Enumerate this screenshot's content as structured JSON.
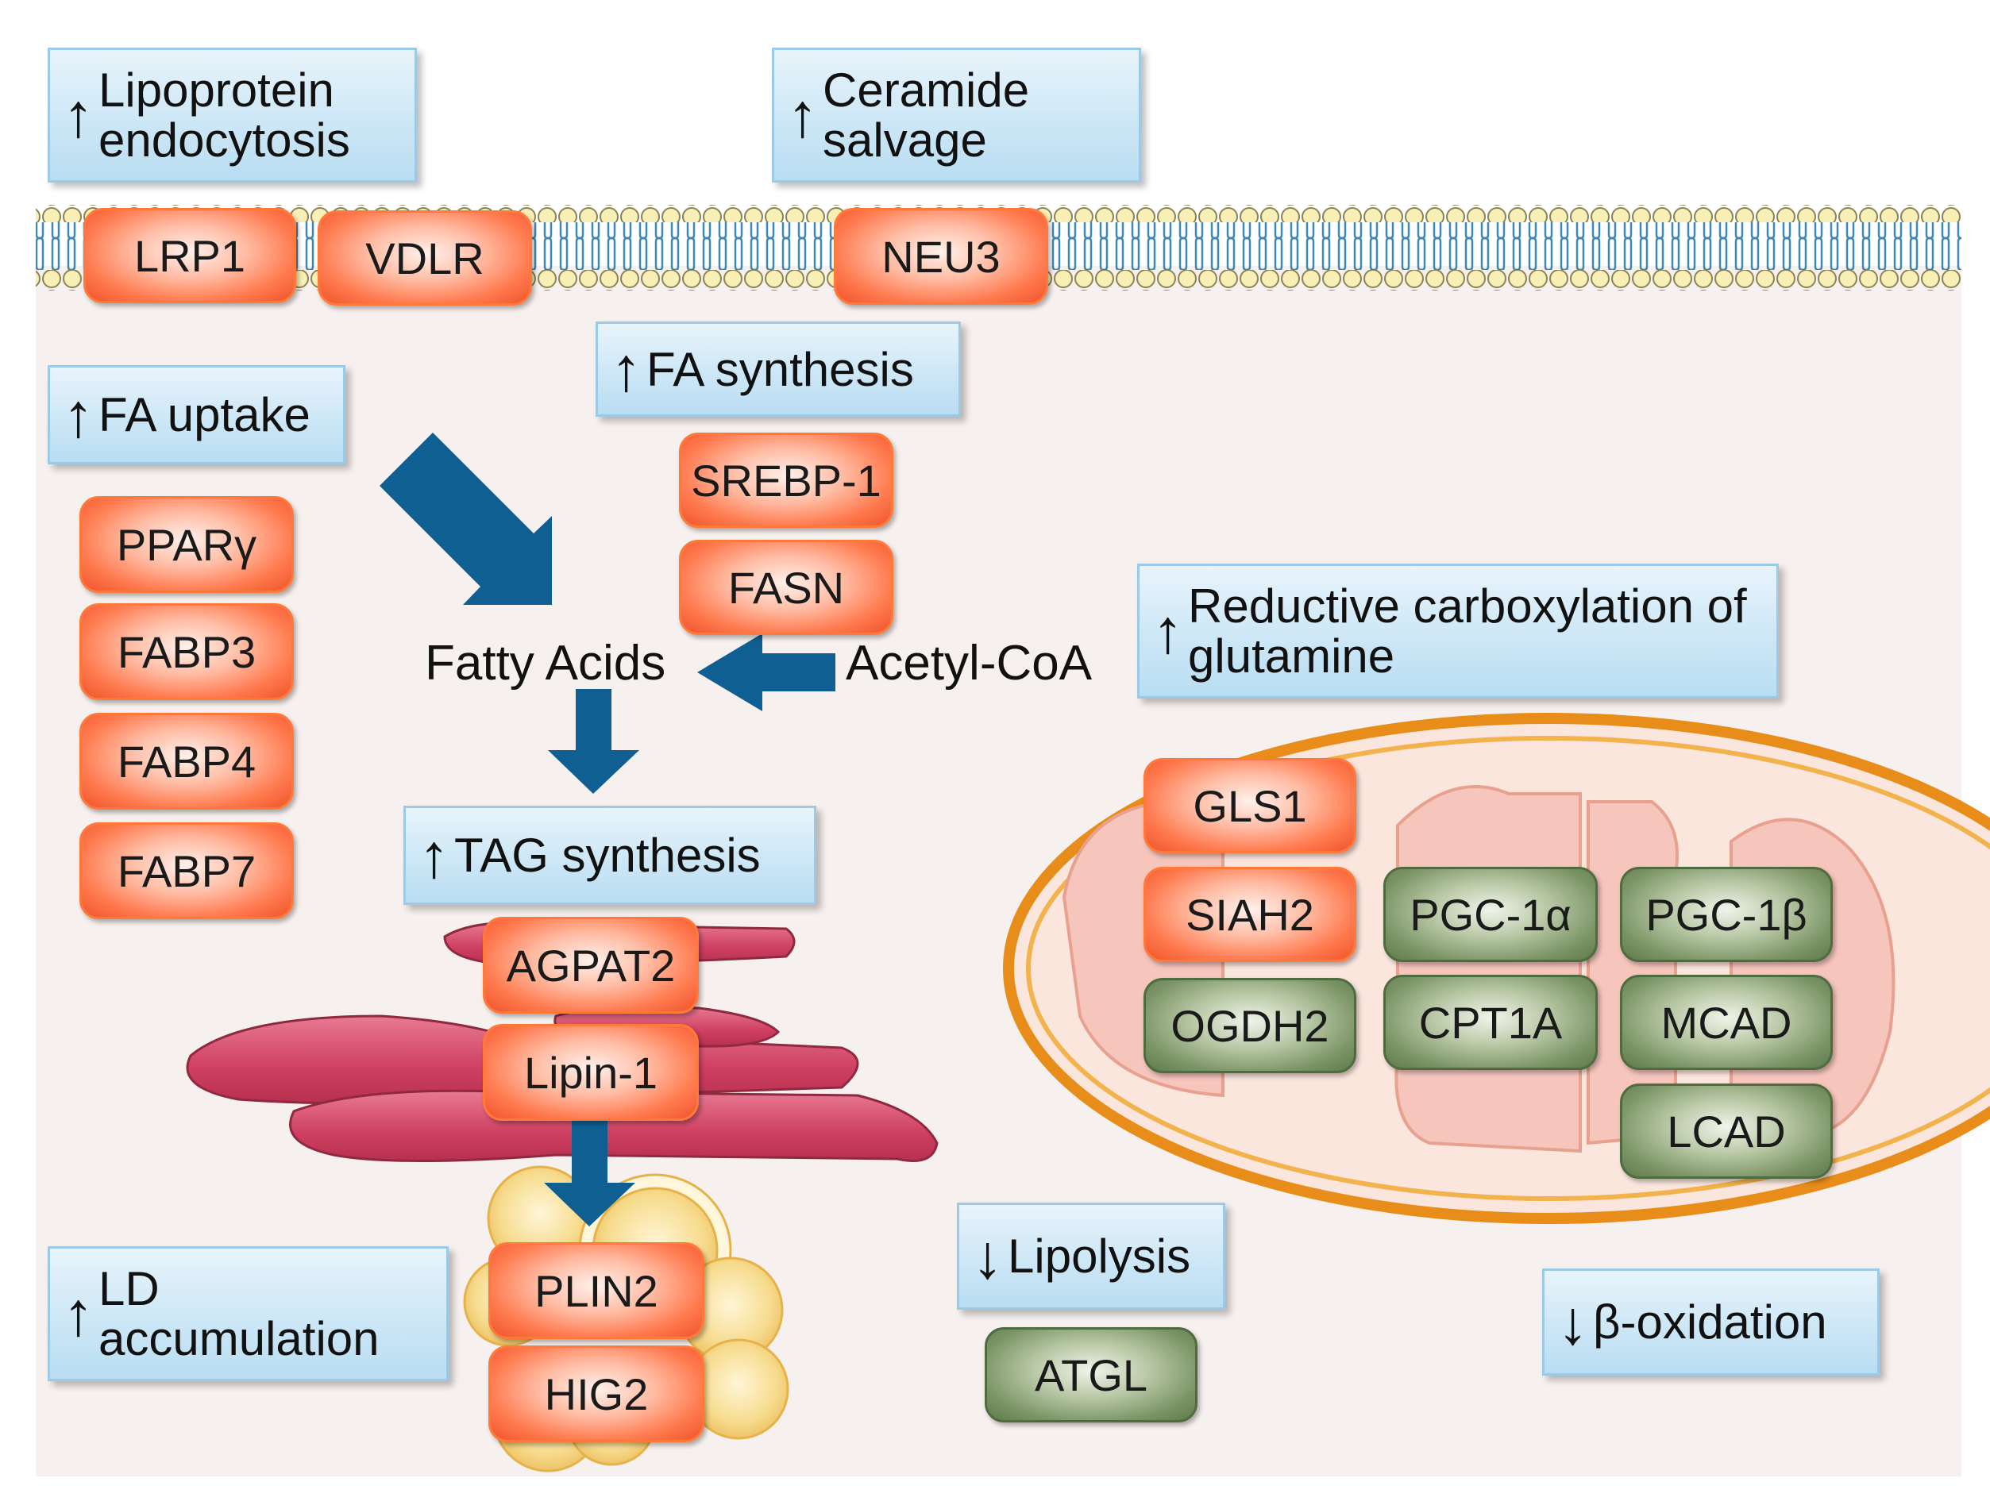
{
  "colors": {
    "cytoplasm": "#f6f0ee",
    "membrane_head": "#f7efb6",
    "membrane_tail": "#3c89b8",
    "flow_arrow": "#0f5f93",
    "up_regulated": "#ff7a4f",
    "down_regulated": "#7c9566",
    "mitochondrion_outline": "#e88c1a",
    "mitochondrion_inner": "#f6c6bd",
    "er": "#d9506f",
    "lipid_droplet": "#f5d98a"
  },
  "processes": {
    "lipoprotein": {
      "arrow": "↑",
      "text": "Lipoprotein endocytosis"
    },
    "ceramide": {
      "arrow": "↑",
      "text": "Ceramide salvage"
    },
    "fa_synthesis": {
      "arrow": "↑",
      "text": "FA synthesis"
    },
    "fa_uptake": {
      "arrow": "↑",
      "text": "FA uptake"
    },
    "reductive": {
      "arrow": "↑",
      "text": "Reductive carboxylation of glutamine"
    },
    "tag_synthesis": {
      "arrow": "↑",
      "text": "TAG synthesis"
    },
    "ld_accumulation": {
      "arrow": "↑",
      "text": "LD accumulation"
    },
    "lipolysis": {
      "arrow": "↓",
      "text": "Lipolysis"
    },
    "beta_oxidation": {
      "arrow": "↓",
      "text": "β-oxidation"
    }
  },
  "proteins": {
    "lrp1": "LRP1",
    "vdlr": "VDLR",
    "neu3": "NEU3",
    "srebp1": "SREBP-1",
    "fasn": "FASN",
    "ppar": "PPARγ",
    "fabp3": "FABP3",
    "fabp4": "FABP4",
    "fabp7": "FABP7",
    "agpat2": "AGPAT2",
    "lipin1": "Lipin-1",
    "plin2": "PLIN2",
    "hig2": "HIG2",
    "atgl": "ATGL",
    "gls1": "GLS1",
    "siah2": "SIAH2",
    "ogdh2": "OGDH2",
    "pgc1a": "PGC-1α",
    "cpt1a": "CPT1A",
    "pgc1b": "PGC-1β",
    "mcad": "MCAD",
    "lcad": "LCAD"
  },
  "metabolites": {
    "fatty_acids": "Fatty Acids",
    "acetyl_coa": "Acetyl-CoA"
  }
}
